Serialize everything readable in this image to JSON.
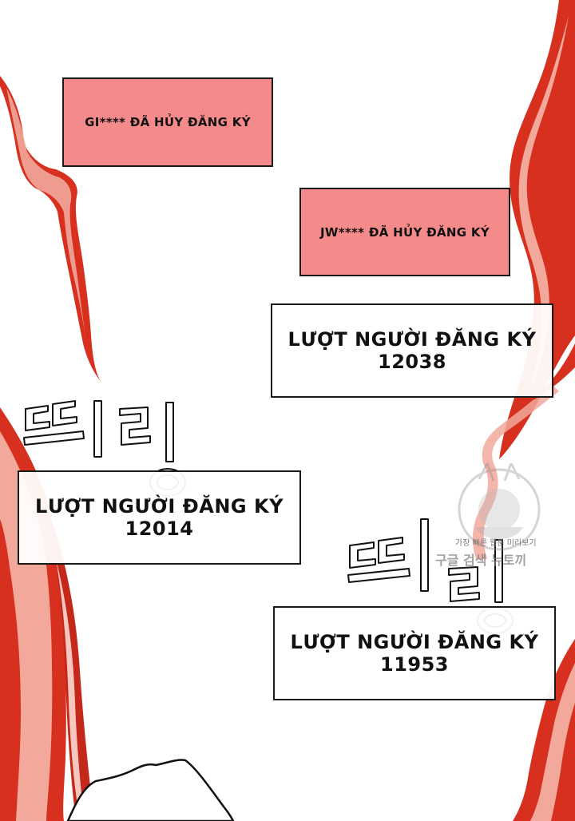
{
  "colors": {
    "notice_bg": "#f58a8a",
    "border": "#1a1a1a",
    "streak_red": "#d8301e",
    "streak_light": "#f2a99c"
  },
  "notices": [
    {
      "text": "GI**** ĐÃ HỦY ĐĂNG KÝ"
    },
    {
      "text": "JW**** ĐÃ HỦY ĐĂNG KÝ"
    }
  ],
  "counts": [
    {
      "text": "LƯỢT NGƯỜI ĐĂNG KÝ 12038"
    },
    {
      "text": "LƯỢT NGƯỜI ĐĂNG KÝ 12014"
    },
    {
      "text": "LƯỢT NGƯỜI ĐĂNG KÝ 11953"
    }
  ],
  "sound_effects": [
    {
      "text": "띠링"
    },
    {
      "text": "띠링"
    }
  ],
  "watermark": {
    "line1": "가장 빠른 웹툰 미리보기",
    "line2": "구글 검색 뉴토끼",
    "icon": "mascot-girl-logo"
  }
}
